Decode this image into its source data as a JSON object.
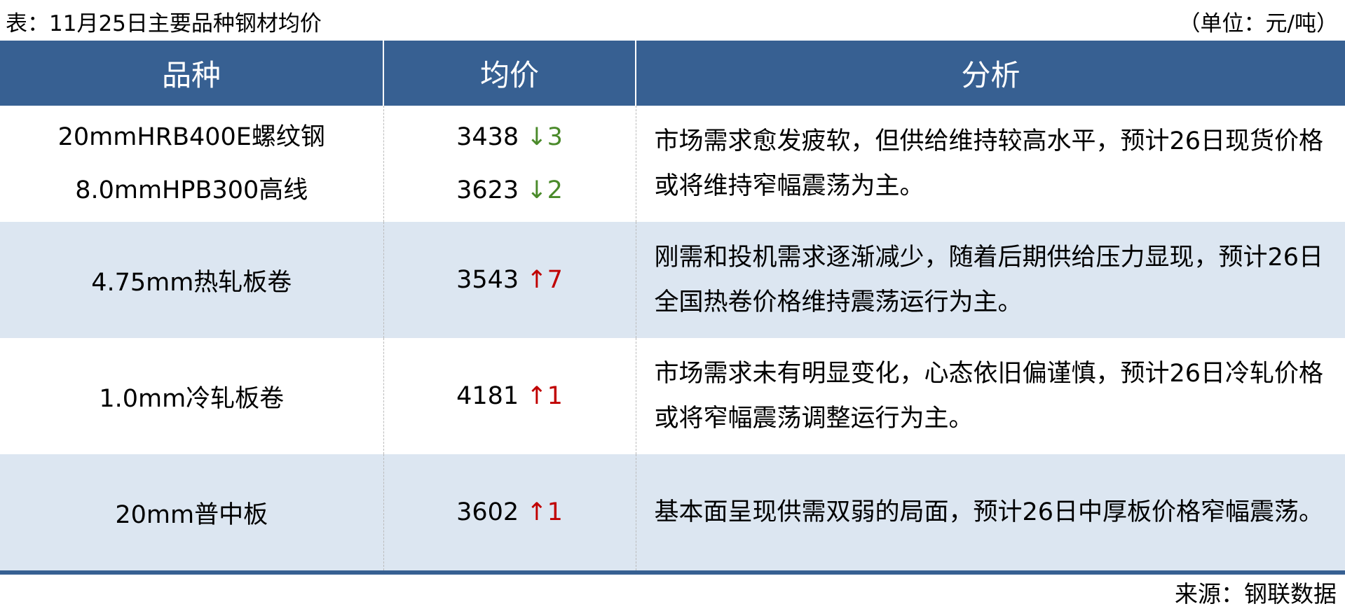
{
  "title": "表：11月25日主要品种钢材均价",
  "unit": "（单位：元/吨）",
  "headers": [
    "品种",
    "均价",
    "分析"
  ],
  "rows": [
    {
      "items": [
        {
          "name": "20mmHRB400E螺纹钢",
          "price": "3438",
          "arrow": "↓",
          "change": "3",
          "direction": "down"
        },
        {
          "name": "8.0mmHPB300高线",
          "price": "3623",
          "arrow": "↓",
          "change": "2",
          "direction": "down"
        }
      ],
      "analysis": "市场需求愈发疲软，但供给维持较高水平，预计26日现货价格或将维持窄幅震荡为主。"
    },
    {
      "items": [
        {
          "name": "4.75mm热轧板卷",
          "price": "3543",
          "arrow": "↑",
          "change": "7",
          "direction": "up"
        }
      ],
      "analysis": "刚需和投机需求逐渐减少，随着后期供给压力显现，预计26日全国热卷价格维持震荡运行为主。"
    },
    {
      "items": [
        {
          "name": "1.0mm冷轧板卷",
          "price": "4181",
          "arrow": "↑",
          "change": "1",
          "direction": "up"
        }
      ],
      "analysis": "市场需求未有明显变化，心态依旧偏谨慎，预计26日冷轧价格或将窄幅震荡调整运行为主。"
    },
    {
      "items": [
        {
          "name": "20mm普中板",
          "price": "3602",
          "arrow": "↑",
          "change": "1",
          "direction": "up"
        }
      ],
      "analysis": "基本面呈现供需双弱的局面，预计26日中厚板价格窄幅震荡。"
    }
  ],
  "source": "来源：钢联数据",
  "colors": {
    "header": "#376092",
    "alt_row": "#dce6f1",
    "down": "#4a8a2a",
    "up": "#c00000"
  }
}
